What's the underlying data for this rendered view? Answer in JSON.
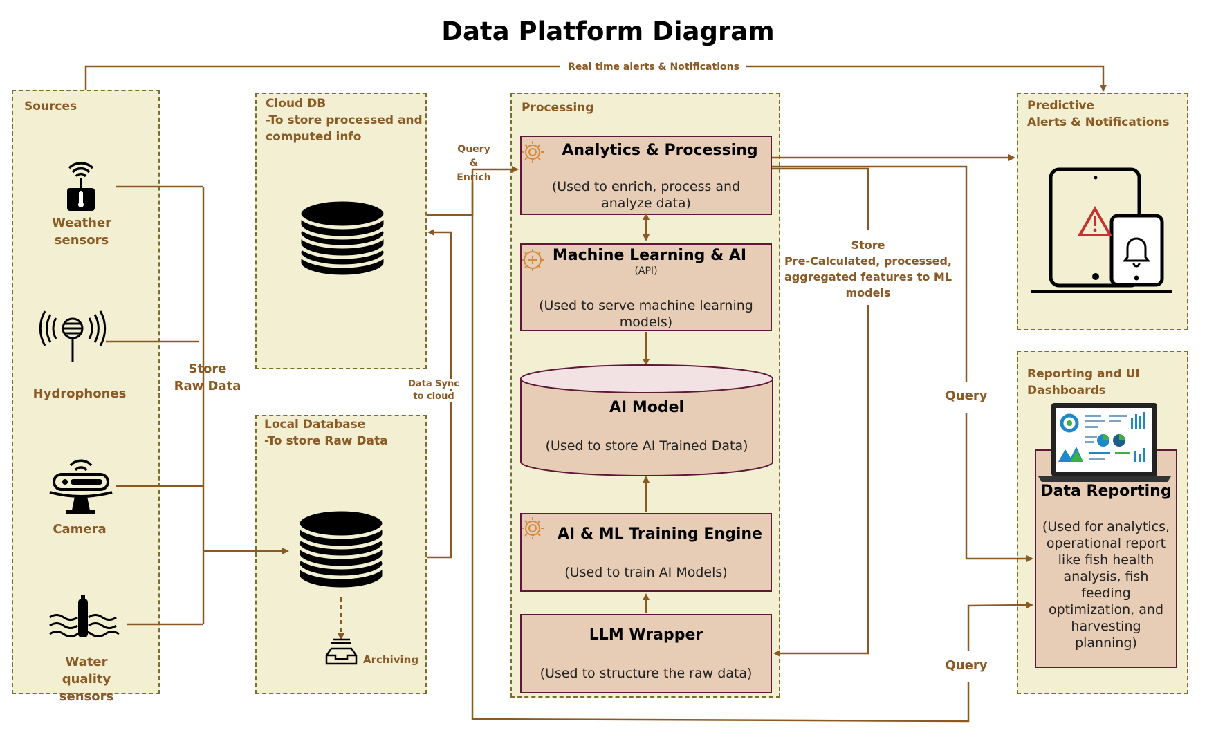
{
  "title": "Data Platform Diagram",
  "sources": {
    "label": "Sources",
    "weather": "Weather sensors",
    "hydrophones": "Hydrophones",
    "camera": "Camera",
    "water": "Water quality sensors",
    "store_label_1": "Store",
    "store_label_2": "Raw Data"
  },
  "cloud_db": {
    "line1": "Cloud DB",
    "line2": "-To store processed and",
    "line3": "computed info"
  },
  "local_db": {
    "line1": "Local Database",
    "line2": "-To store Raw Data",
    "archiving": "Archiving"
  },
  "query_enrich": {
    "l1": "Query",
    "l2": "&",
    "l3": "Enrich"
  },
  "data_sync": {
    "l1": "Data Sync",
    "l2": "to cloud"
  },
  "realtime": "Real time alerts & Notifications",
  "processing": {
    "label": "Processing",
    "analytics": {
      "title": "Analytics & Processing",
      "sub1": "(Used to enrich, process and",
      "sub2": "analyze data)"
    },
    "ml": {
      "title": "Machine Learning & AI",
      "api": "(API)",
      "sub1": "(Used  to serve machine learning",
      "sub2": "models)"
    },
    "ai_model": {
      "title": "AI Model",
      "sub": "(Used to store AI Trained Data)"
    },
    "training": {
      "title": "AI & ML Training Engine",
      "sub": "(Used to train AI Models)"
    },
    "llm": {
      "title": "LLM Wrapper",
      "sub": "(Used to structure the raw data)"
    }
  },
  "store_features": {
    "l1": "Store",
    "l2": "Pre-Calculated, processed,",
    "l3": "aggregated features to ML",
    "l4": "models"
  },
  "query_1": "Query",
  "query_2": "Query",
  "predictive": {
    "l1": "Predictive",
    "l2": "Alerts & Notifications"
  },
  "reporting": {
    "l1": "Reporting and UI",
    "l2": "Dashboards",
    "title": "Data Reporting",
    "sub": [
      "(Used for analytics,",
      "operational report",
      "like fish health",
      "analysis, fish",
      "feeding",
      "optimization, and",
      "harvesting",
      "planning)"
    ]
  },
  "colors": {
    "line": "#8b5a24",
    "group_bg": "#f3efd3",
    "box_bg": "#e8cdb6",
    "box_border": "#5e1838"
  }
}
